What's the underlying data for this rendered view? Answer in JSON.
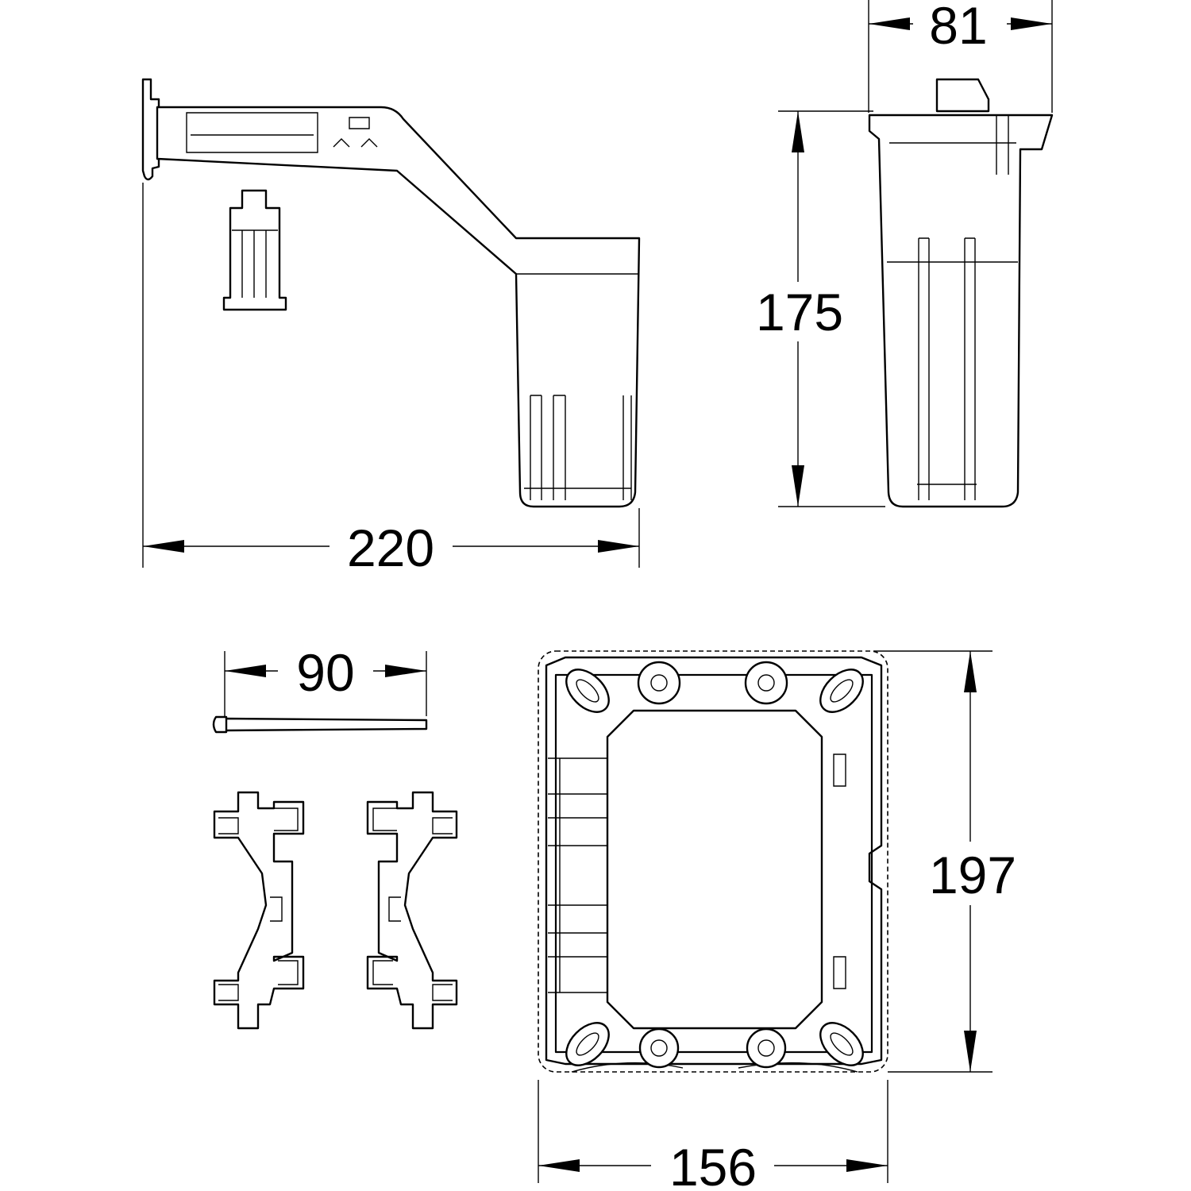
{
  "drawing": {
    "dimensions": {
      "bracket_width": "220",
      "side_width": "81",
      "side_height": "175",
      "rod_length": "90",
      "frame_height": "197",
      "frame_width": "156"
    },
    "colors": {
      "line": "#000000",
      "background": "#ffffff"
    }
  }
}
